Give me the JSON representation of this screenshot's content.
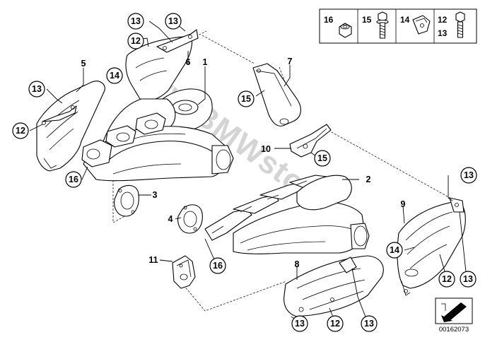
{
  "watermark": "www.BMWstore.pl",
  "reference_code": "00162073",
  "legend": {
    "items": [
      {
        "labels": [
          "16"
        ],
        "part": "hex-nut"
      },
      {
        "labels": [
          "15"
        ],
        "part": "flange-bolt"
      },
      {
        "labels": [
          "14"
        ],
        "part": "clip-nut"
      },
      {
        "labels": [
          "12",
          "13"
        ],
        "part": "hex-bolt"
      }
    ]
  },
  "callouts": {
    "c13_top_a": "13",
    "c13_top_b": "13",
    "c12_top": "12",
    "c6": "6",
    "c1": "1",
    "c5": "5",
    "c14_left": "14",
    "c13_left": "13",
    "c12_left": "12",
    "c16_left": "16",
    "c7": "7",
    "c15_mid": "15",
    "c10": "10",
    "c15_lower": "15",
    "c3": "3",
    "c4": "4",
    "c2": "2",
    "c11": "11",
    "c16_mid": "16",
    "c8": "8",
    "c13_bot_a": "13",
    "c12_bot": "12",
    "c13_bot_b": "13",
    "c9": "9",
    "c13_right_top": "13",
    "c14_right": "14",
    "c12_right": "12",
    "c13_right_bot": "13"
  }
}
